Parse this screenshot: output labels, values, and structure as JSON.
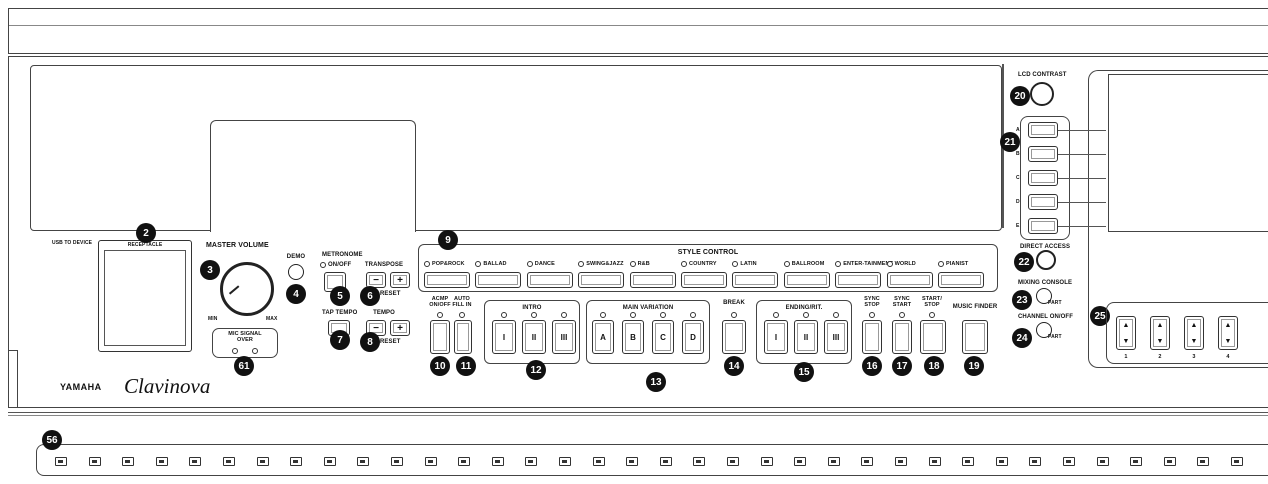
{
  "usb": {
    "label": "USB TO DEVICE",
    "port_label": "RECEPTACLE"
  },
  "master_volume": {
    "label": "MASTER VOLUME",
    "min": "MIN",
    "max": "MAX"
  },
  "demo": {
    "label": "DEMO"
  },
  "mic": {
    "label": "MIC SIGNAL OVER"
  },
  "brand": {
    "yamaha": "YAMAHA",
    "model": "Clavinova"
  },
  "metronome": {
    "label": "METRONOME",
    "onoff": "ON/OFF"
  },
  "transpose": {
    "label": "TRANSPOSE",
    "reset": "RESET",
    "minus": "−",
    "plus": "+"
  },
  "tap_tempo": {
    "label": "TAP TEMPO"
  },
  "tempo": {
    "label": "TEMPO",
    "reset": "RESET",
    "minus": "−",
    "plus": "+"
  },
  "style_control": {
    "title": "STYLE CONTROL",
    "categories": [
      "POP&ROCK",
      "BALLAD",
      "DANCE",
      "SWING&JAZZ",
      "R&B",
      "COUNTRY",
      "LATIN",
      "BALLROOM",
      "ENTER-TAINMENT",
      "WORLD",
      "PIANIST"
    ]
  },
  "acmp": {
    "label": "ACMP ON/OFF"
  },
  "autofill": {
    "label": "AUTO FILL IN"
  },
  "intro": {
    "label": "INTRO",
    "buttons": [
      "I",
      "II",
      "III"
    ]
  },
  "main_variation": {
    "label": "MAIN VARIATION",
    "buttons": [
      "A",
      "B",
      "C",
      "D"
    ]
  },
  "break": {
    "label": "BREAK"
  },
  "ending": {
    "label": "ENDING/rit.",
    "buttons": [
      "I",
      "II",
      "III"
    ]
  },
  "sync_stop": {
    "label": "SYNC STOP"
  },
  "sync_start": {
    "label": "SYNC START"
  },
  "start_stop": {
    "label": "START/ STOP"
  },
  "music_finder": {
    "label": "MUSIC FINDER"
  },
  "lcd_contrast": {
    "label": "LCD CONTRAST"
  },
  "side_buttons": [
    "A",
    "B",
    "C",
    "D",
    "E"
  ],
  "direct_access": {
    "label": "DIRECT ACCESS"
  },
  "mixing_console": {
    "label": "MIXING CONSOLE",
    "part": "PART"
  },
  "channel_onoff": {
    "label": "CHANNEL ON/OFF",
    "part": "PART"
  },
  "lower_buttons": [
    "1",
    "2",
    "3",
    "4"
  ],
  "callouts": {
    "n2": "2",
    "n3": "3",
    "n4": "4",
    "n5": "5",
    "n6": "6",
    "n7": "7",
    "n8": "8",
    "n9": "9",
    "n10": "10",
    "n11": "11",
    "n12": "12",
    "n13": "13",
    "n14": "14",
    "n15": "15",
    "n16": "16",
    "n17": "17",
    "n18": "18",
    "n19": "19",
    "n20": "20",
    "n21": "21",
    "n22": "22",
    "n23": "23",
    "n24": "24",
    "n25": "25",
    "n56": "56",
    "n61": "61"
  },
  "voice_icons": [
    "voice-1",
    "voice-2",
    "voice-3",
    "voice-4",
    "voice-5",
    "voice-6",
    "voice-7",
    "voice-8",
    "voice-9",
    "voice-10",
    "voice-11",
    "voice-12",
    "voice-13",
    "voice-14",
    "voice-15",
    "voice-16",
    "voice-17",
    "voice-18",
    "voice-19",
    "voice-20",
    "voice-21",
    "voice-22",
    "voice-23",
    "voice-24",
    "voice-25",
    "voice-26",
    "voice-27",
    "voice-28",
    "voice-29",
    "voice-30",
    "voice-31",
    "voice-32",
    "voice-33",
    "voice-34",
    "voice-35",
    "voice-36"
  ]
}
